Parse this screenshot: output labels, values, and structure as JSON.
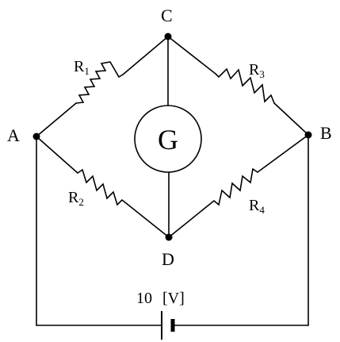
{
  "nodes": {
    "A": "A",
    "B": "B",
    "C": "C",
    "D": "D"
  },
  "resistors": [
    {
      "id": "R1",
      "base": "R",
      "sub": "1"
    },
    {
      "id": "R2",
      "base": "R",
      "sub": "2"
    },
    {
      "id": "R3",
      "base": "R",
      "sub": "3"
    },
    {
      "id": "R4",
      "base": "R",
      "sub": "4"
    }
  ],
  "meter": {
    "label": "G"
  },
  "source": {
    "voltage": "10",
    "unit": "[V]"
  }
}
